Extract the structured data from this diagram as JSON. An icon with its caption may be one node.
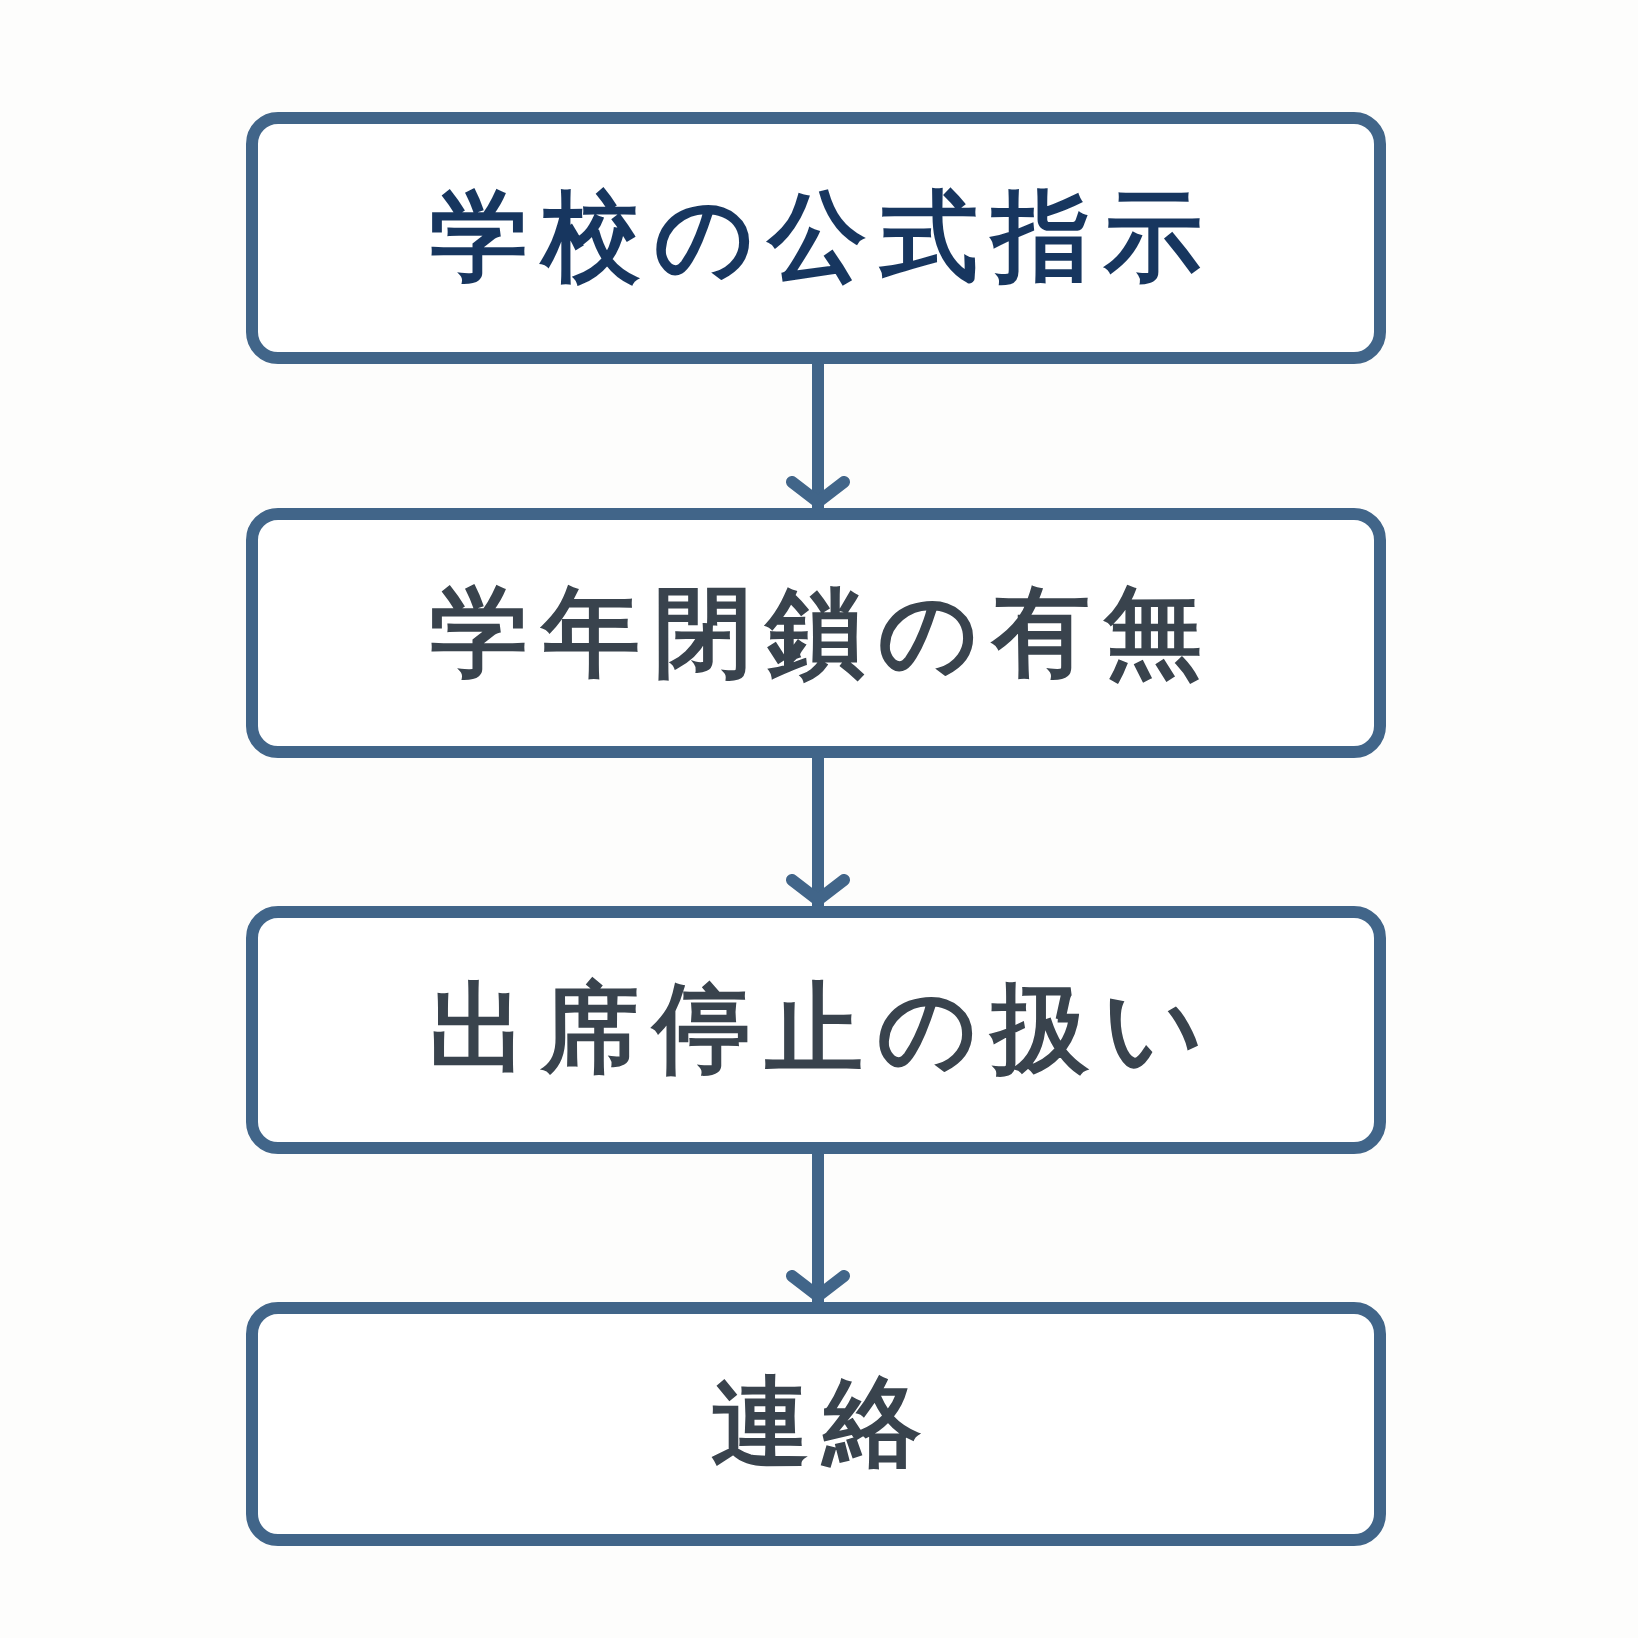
{
  "diagram": {
    "nodes": [
      {
        "text": [
          "学校の公式指示"
        ]
      },
      {
        "text": [
          "学年閉鎖の有無"
        ]
      },
      {
        "text": [
          "出席停止の扱い"
        ]
      },
      {
        "text": [
          "連絡"
        ]
      }
    ],
    "edges": [
      {
        "from": 0,
        "to": 1,
        "arrow": "to"
      },
      {
        "from": 1,
        "to": 2,
        "arrow": "to"
      },
      {
        "from": 2,
        "to": 3,
        "arrow": "to"
      }
    ]
  }
}
